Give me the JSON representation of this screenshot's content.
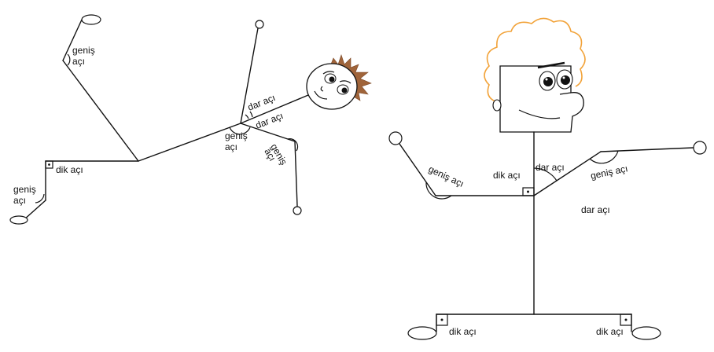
{
  "colors": {
    "line": "#111111",
    "hair_left": "#a0643a",
    "hair_right": "#f2a33a",
    "background": "#ffffff"
  },
  "labels": {
    "genis": "geniş",
    "aci": "açı",
    "genis_aci": "geniş açı",
    "dar_aci": "dar açı",
    "dik_aci": "dik açı"
  }
}
